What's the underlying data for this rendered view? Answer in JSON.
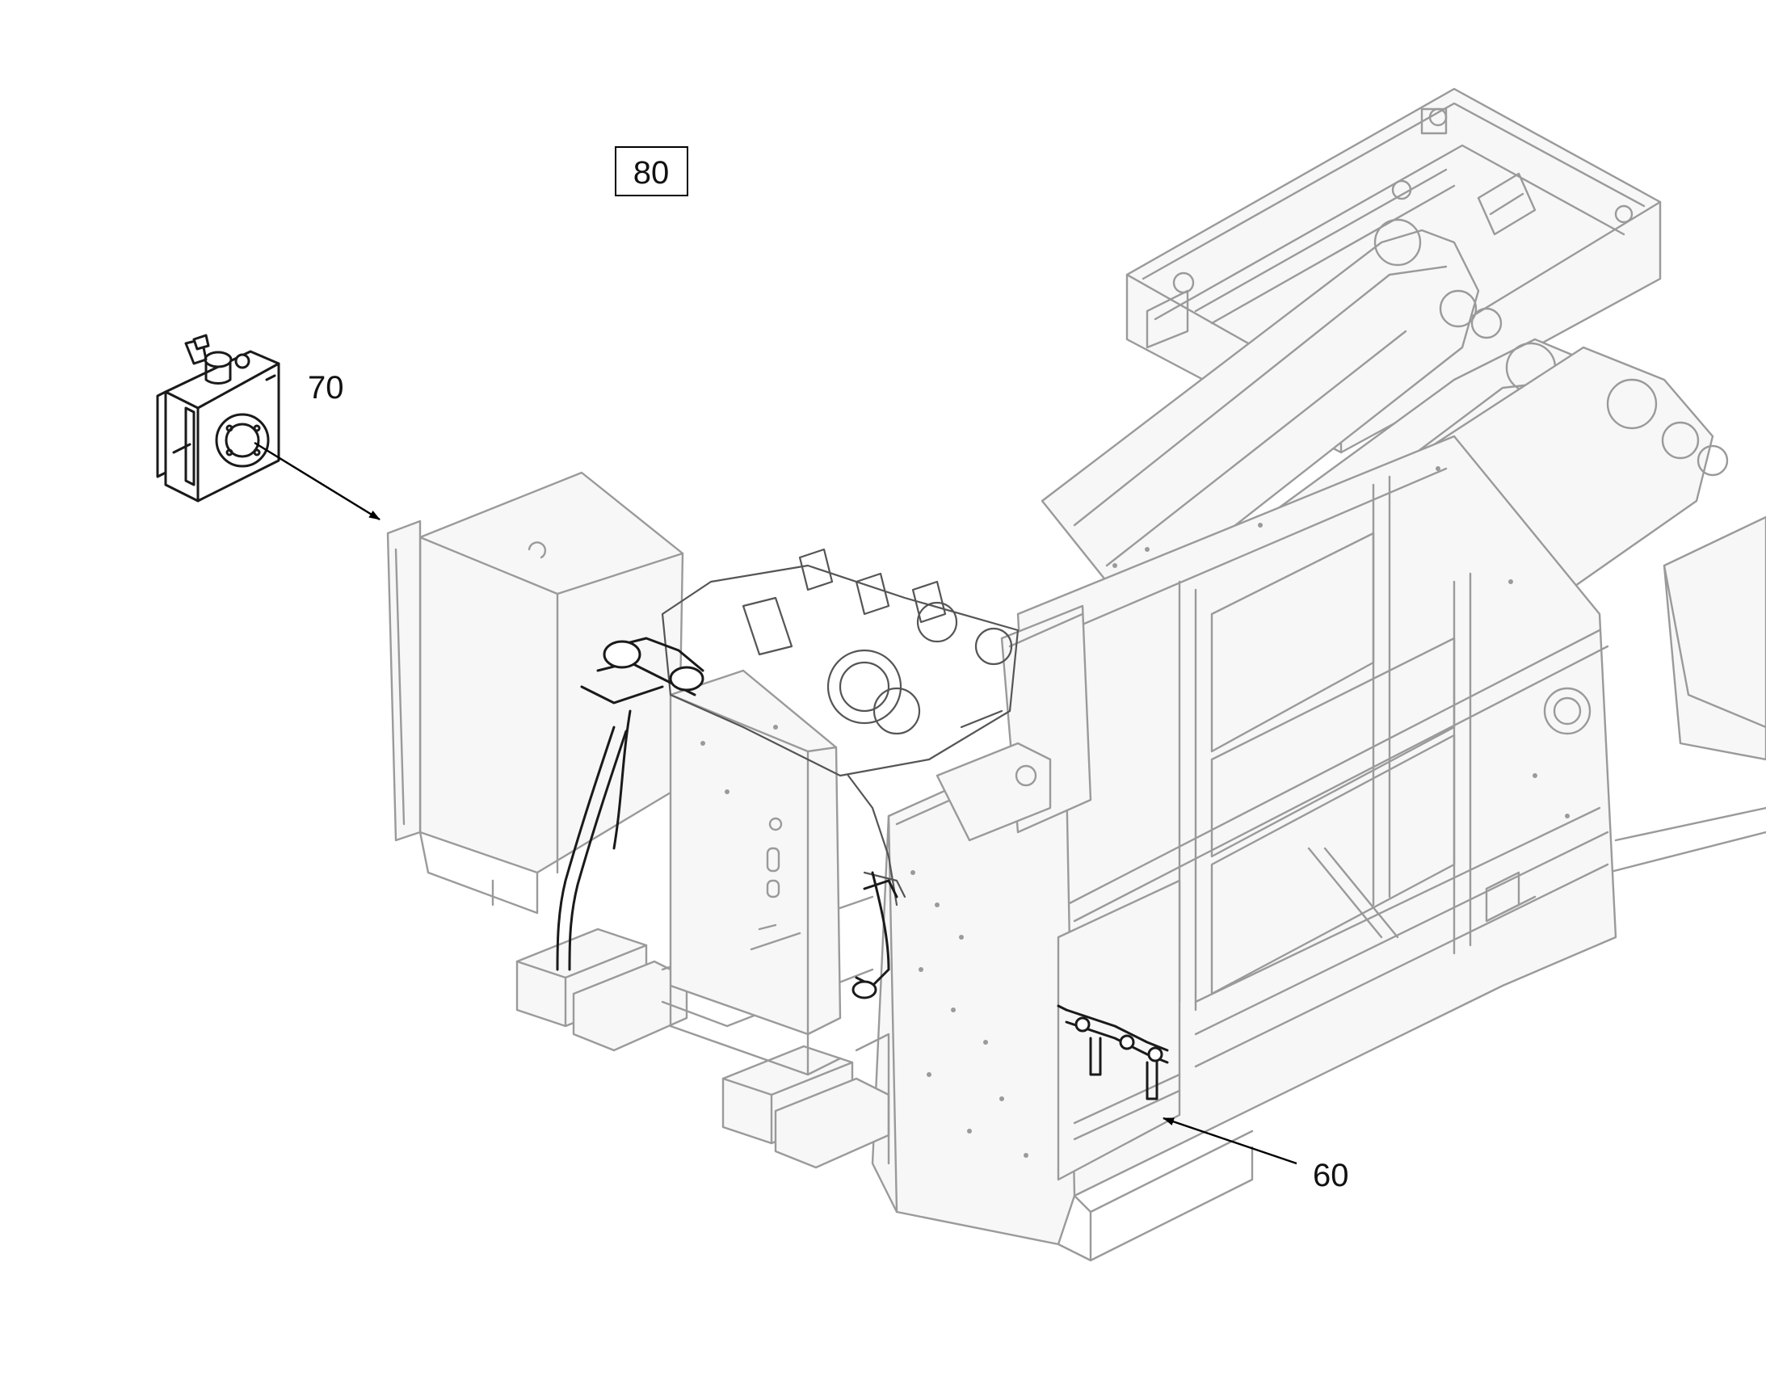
{
  "callouts": {
    "box_label": "80",
    "part_70": "70",
    "part_60": "60"
  },
  "colors": {
    "linework_background": "#9a9a9a",
    "linework_highlight": "#1a1a1a",
    "background": "#ffffff"
  }
}
